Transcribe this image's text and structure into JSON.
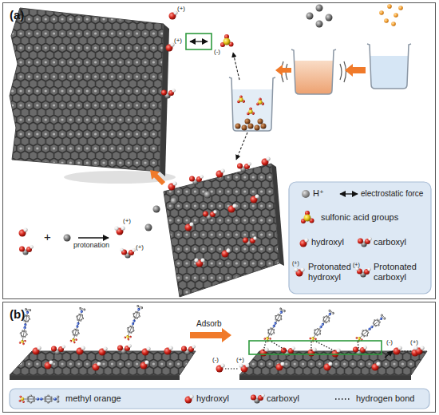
{
  "diagram": {
    "nodes": [
      {
        "text": [
          "(a)"
        ]
      },
      {
        "text": [
          "(b)"
        ]
      }
    ],
    "labels": [
      "(+)",
      "(+)",
      "(-)",
      "+",
      "protonation",
      "(+)",
      "(+)",
      "(+)",
      "(+)",
      "Adsorb",
      "(-)",
      "(+)",
      "(-)",
      "(+)"
    ],
    "legend": [
      {
        "text": "H⁺",
        "color": "#808080"
      },
      {
        "text": "electrostatic force"
      },
      {
        "text": "sulfonic acid groups"
      },
      {
        "text": "hydroxyl"
      },
      {
        "text": "carboxyl"
      },
      {
        "text": "Protonated hydroxyl"
      },
      {
        "text": "Protonated carboxyl"
      },
      {
        "text": "methyl orange"
      },
      {
        "text": "hydroxyl"
      },
      {
        "text": "carboxyl"
      },
      {
        "text": "hydrogen bond"
      }
    ]
  }
}
